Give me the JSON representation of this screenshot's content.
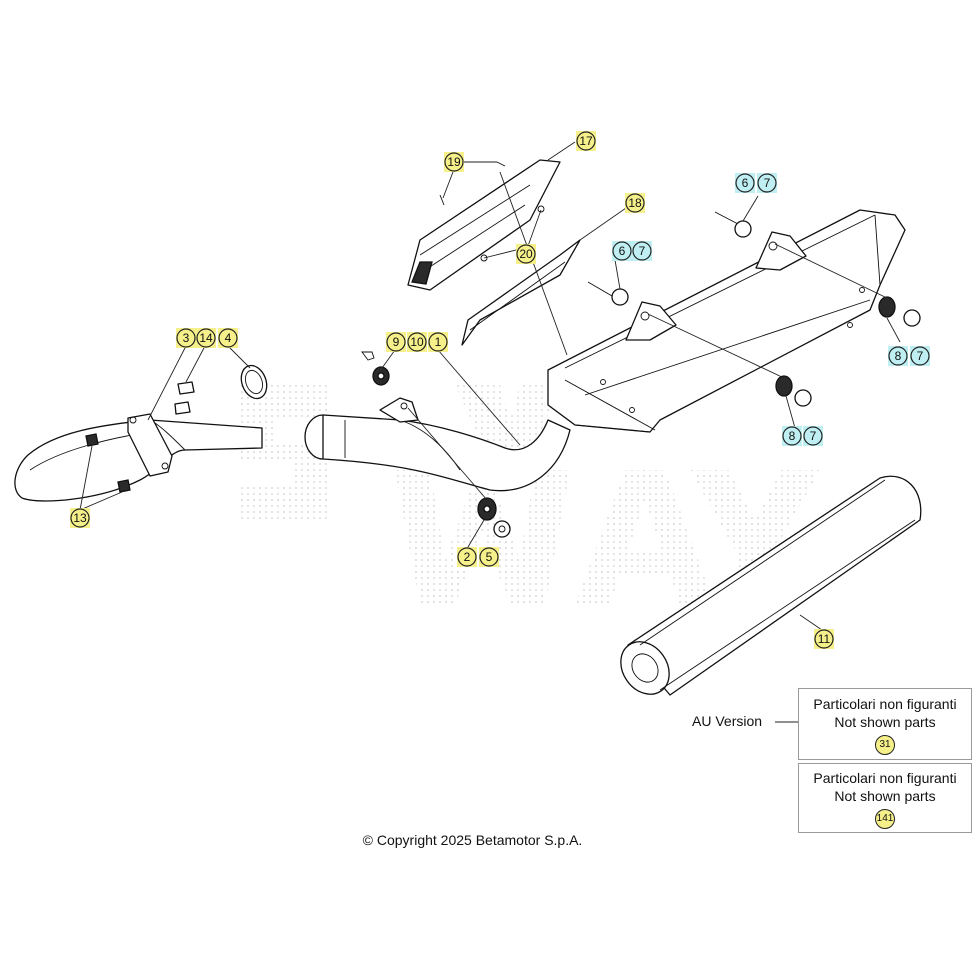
{
  "callouts": [
    {
      "label": "17",
      "color": "#f5f08a"
    },
    {
      "label": "19",
      "color": "#f5f08a"
    },
    {
      "label": "18",
      "color": "#f5f08a"
    },
    {
      "label": "20",
      "color": "#f5f08a"
    },
    {
      "label": "6",
      "color": "#bfeff2"
    },
    {
      "label": "7",
      "color": "#bfeff2"
    },
    {
      "label": "6",
      "color": "#bfeff2"
    },
    {
      "label": "7",
      "color": "#bfeff2"
    },
    {
      "label": "3",
      "color": "#f5f08a"
    },
    {
      "label": "14",
      "color": "#f5f08a"
    },
    {
      "label": "4",
      "color": "#f5f08a"
    },
    {
      "label": "9",
      "color": "#f5f08a"
    },
    {
      "label": "10",
      "color": "#f5f08a"
    },
    {
      "label": "1",
      "color": "#f5f08a"
    },
    {
      "label": "8",
      "color": "#bfeff2"
    },
    {
      "label": "7",
      "color": "#bfeff2"
    },
    {
      "label": "8",
      "color": "#bfeff2"
    },
    {
      "label": "7",
      "color": "#bfeff2"
    },
    {
      "label": "13",
      "color": "#f5f08a"
    },
    {
      "label": "2",
      "color": "#f5f08a"
    },
    {
      "label": "5",
      "color": "#f5f08a"
    },
    {
      "label": "11",
      "color": "#f5f08a"
    }
  ],
  "notes": [
    {
      "line1": "Particolari non figuranti",
      "line2": "Not shown parts",
      "num": "31"
    },
    {
      "line1": "Particolari non figuranti",
      "line2": "Not shown parts",
      "num": "141"
    }
  ],
  "au_label": "AU Version",
  "copyright": "© Copyright 2025 Betamotor S.p.A."
}
